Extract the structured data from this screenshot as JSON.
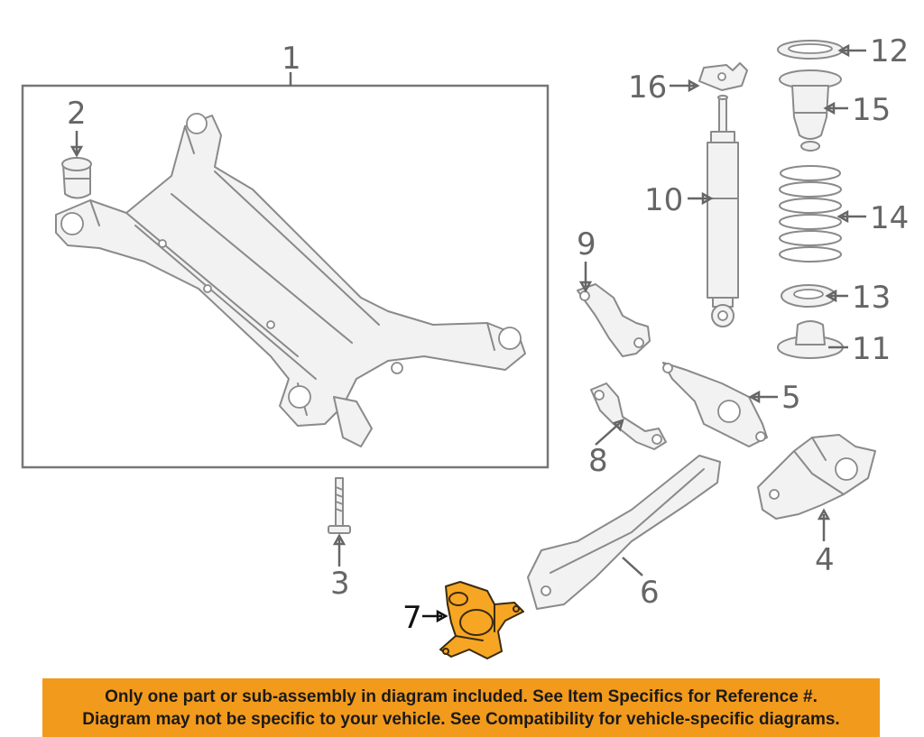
{
  "callouts": {
    "c1": "1",
    "c2": "2",
    "c3": "3",
    "c4": "4",
    "c5": "5",
    "c6": "6",
    "c7": "7",
    "c8": "8",
    "c9": "9",
    "c10": "10",
    "c11": "11",
    "c12": "12",
    "c13": "13",
    "c14": "14",
    "c15": "15",
    "c16": "16"
  },
  "highlighted_part": "7",
  "colors": {
    "highlight": "#f6a623",
    "banner": "#f29a1c",
    "outline": "#8a8a8a",
    "callout_text": "#666666"
  },
  "notice": {
    "line1": "Only one part or sub-assembly in diagram included. See Item Specifics for Reference #.",
    "line2": "Diagram may not be specific to your vehicle. See Compatibility for vehicle-specific diagrams."
  }
}
